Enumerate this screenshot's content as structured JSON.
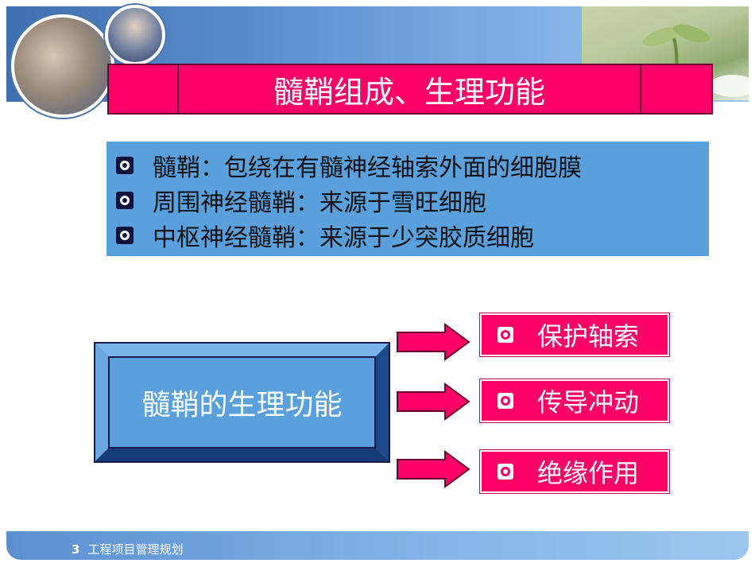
{
  "slide": {
    "title": "髓鞘组成、生理功能",
    "info_lines": [
      "髓鞘：包绕在有髓神经轴索外面的细胞膜",
      "周围神经髓鞘：来源于雪旺细胞",
      "中枢神经髓鞘：来源于少突胶质细胞"
    ],
    "main_box_label": "髓鞘的生理功能",
    "functions": [
      "保护轴索",
      "传导冲动",
      "绝缘作用"
    ]
  },
  "footer": {
    "page_number": "3",
    "caption": "工程项目管理规划"
  },
  "colors": {
    "accent_pink": "#ff0066",
    "info_blue": "#5aa0dd",
    "header_blue": "#3f6fb0"
  },
  "icons": [
    "bullet-icon",
    "arrow-right-icon",
    "photo-people-circle",
    "sprout-photo"
  ]
}
